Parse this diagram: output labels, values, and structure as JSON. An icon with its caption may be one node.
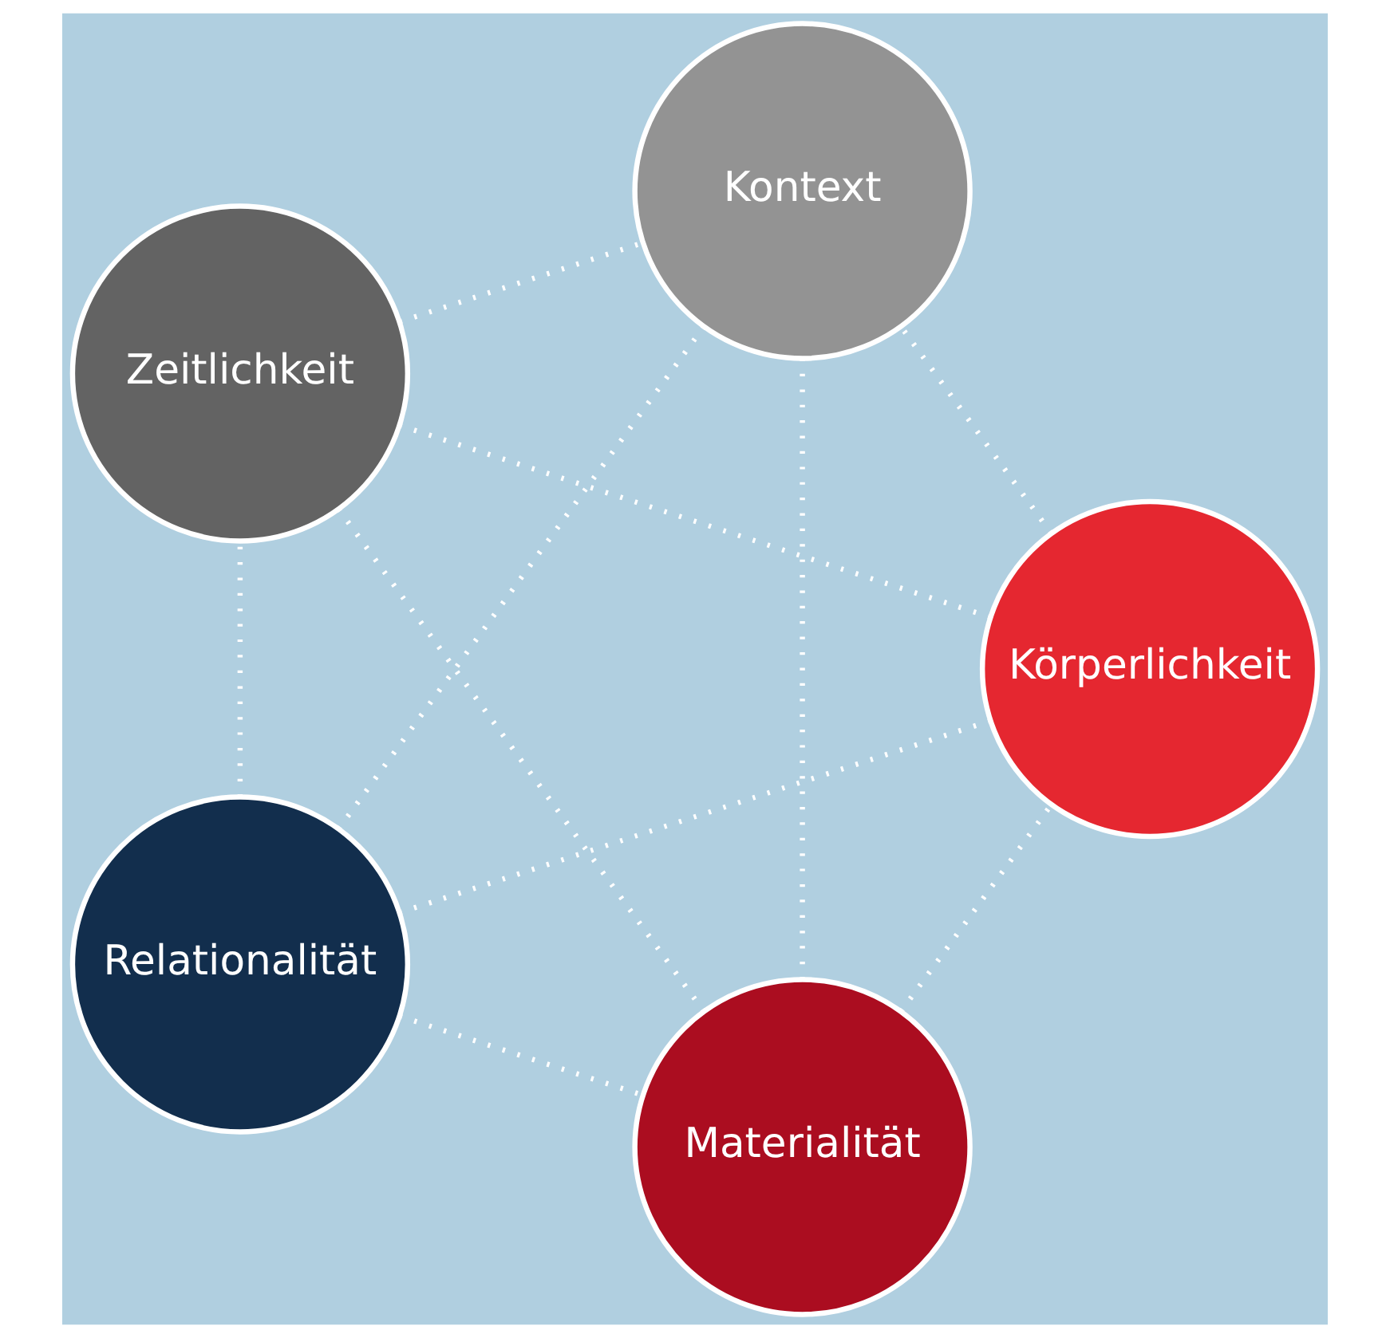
{
  "diagram": {
    "nodes": [
      {
        "text": [
          "Materialität"
        ]
      },
      {
        "text": [
          "Relationalität"
        ]
      },
      {
        "text": [
          "Körperlichkeit"
        ]
      },
      {
        "text": [
          "Kontext"
        ]
      },
      {
        "text": [
          "Zeitlichkeit"
        ]
      }
    ],
    "edges": [
      {
        "from": 0,
        "to": 2,
        "arrow": "none",
        "style": "dashed"
      },
      {
        "from": 2,
        "to": 4,
        "arrow": "none",
        "style": "dashed"
      },
      {
        "from": 4,
        "to": 3,
        "arrow": "none",
        "style": "dashed"
      },
      {
        "from": 3,
        "to": 1,
        "arrow": "none",
        "style": "dashed"
      },
      {
        "from": 1,
        "to": 0,
        "arrow": "none",
        "style": "dashed"
      },
      {
        "from": 0,
        "to": 4,
        "arrow": "none",
        "style": "dashed"
      },
      {
        "from": 0,
        "to": 3,
        "arrow": "none",
        "style": "dashed"
      },
      {
        "from": 1,
        "to": 2,
        "arrow": "none",
        "style": "dashed"
      },
      {
        "from": 1,
        "to": 4,
        "arrow": "none",
        "style": "dashed"
      },
      {
        "from": 2,
        "to": 3,
        "arrow": "none",
        "style": "dashed"
      }
    ]
  }
}
